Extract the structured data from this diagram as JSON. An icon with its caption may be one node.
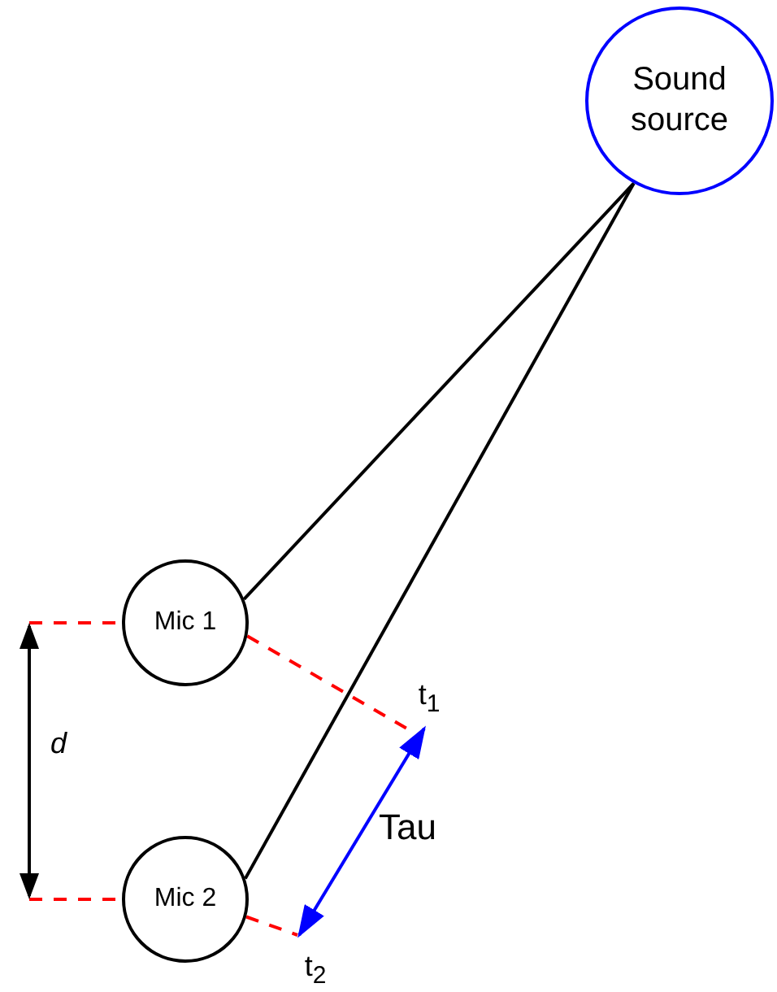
{
  "diagram": {
    "nodes": [
      {
        "text": [
          "Sound source"
        ]
      },
      {
        "text": [
          "Mic 1"
        ]
      },
      {
        "text": [
          "Mic 2"
        ]
      },
      {
        "text": [
          "t$_{1}$"
        ]
      },
      {
        "text": [
          "t$_{2}$"
        ]
      }
    ],
    "edges": [
      {
        "from": 0,
        "to": 1,
        "arrow": "none"
      },
      {
        "from": 0,
        "to": 2,
        "arrow": "none"
      },
      {
        "from": 1,
        "to": 3,
        "arrow": "none",
        "style": "dashed",
        "color": "#ff0000"
      },
      {
        "from": 2,
        "to": 4,
        "arrow": "none",
        "style": "dashed",
        "color": "#ff0000"
      },
      {
        "from": 3,
        "to": 4,
        "arrow": "both",
        "color": "#0000ff",
        "label": "Tau"
      }
    ],
    "labels": [
      "d"
    ]
  }
}
